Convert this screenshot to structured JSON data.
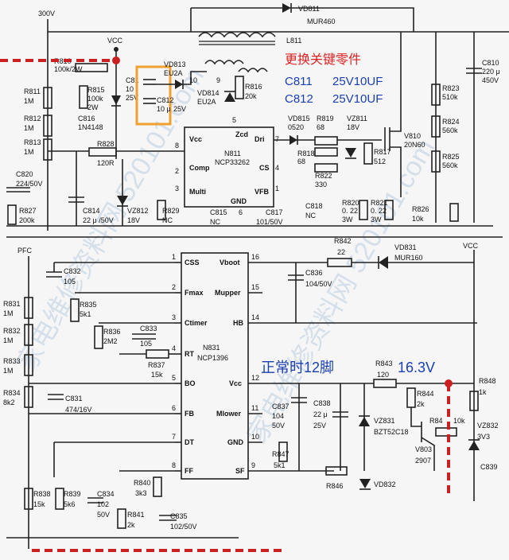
{
  "annotations": {
    "replace_title": "更换关键零件",
    "c811": "C811",
    "c811_value": "25V10UF",
    "c812": "C812",
    "c812_value": "25V10UF",
    "normal_pin12": "正常时12脚",
    "pin12_voltage": "16.3V"
  },
  "watermark": "家电维修资料网 520101.com",
  "colors": {
    "annotation_red": "#dd2222",
    "annotation_blue": "#1a3fb0",
    "highlight_box": "#f0a030"
  },
  "top": {
    "v300": "300V",
    "vcc": "VCC",
    "r810": "R810",
    "r810_val": "100k/2W",
    "r811": "R811",
    "r811_val": "1M",
    "r812": "R812",
    "r812_val": "1M",
    "r813": "R813",
    "r813_val": "1M",
    "c820": "C820",
    "c820_val": "224/50V",
    "r827": "R827",
    "r827_val": "200k",
    "r815": "R815",
    "r815_val1": "100k",
    "r815_val2": "2W",
    "c816": "C816",
    "c816_val": "1N4148",
    "c81x": "C81",
    "c81x_val1": "10",
    "c81x_val2": "25V",
    "c812": "C812",
    "c812_val1": "10 μ",
    "c812_val2": "25V",
    "vd813": "VD813",
    "vd813_val": "EU2A",
    "vd814": "VD814",
    "vd814_val": "EU2A",
    "r816": "R816",
    "r816_val": "20k",
    "r828": "R828",
    "r828_val": "120R",
    "vd811": "VD811",
    "vd811_val": "MUR460",
    "l811": "L811",
    "zcd": "Zcd",
    "vcc_pin": "Vcc",
    "dri": "Dri",
    "n811": "N811",
    "ncp33262": "NCP33262",
    "comp": "Comp",
    "cs": "CS",
    "multi": "Multi",
    "gnd": "GND",
    "vfb": "VFB",
    "vd815": "VD815",
    "vd815_val": "0520",
    "r819": "R819",
    "r819_val": "68",
    "r818": "R818",
    "r818_val": "68",
    "r822": "R822",
    "r822_val": "330",
    "vz811": "VZ811",
    "vz811_val": "18V",
    "r817": "R817",
    "r817_val": "512",
    "v810": "V810",
    "v810_val": "20N60",
    "r823": "R823",
    "r823_val": "510k",
    "r824": "R824",
    "r824_val": "560k",
    "r825": "R825",
    "r825_val": "560k",
    "c810": "C810",
    "c810_val1": "220 μ",
    "c810_val2": "450V",
    "c814": "C814",
    "c814_val": "22 μ /50V",
    "vz812": "VZ812",
    "vz812_val": "18V",
    "r829": "R829",
    "r829_val": "NC",
    "c815": "C815",
    "c815_val": "NC",
    "c817": "C817",
    "c817_val": "101/50V",
    "c818": "C818",
    "c818_val": "NC",
    "r820": "R820",
    "r820_val1": "0. 22",
    "r820_val2": "3W",
    "r821": "R821",
    "r821_val1": "0. 22",
    "r821_val2": "3W",
    "r826": "R826",
    "r826_val": "10k",
    "pins": [
      "1",
      "2",
      "3",
      "4",
      "5",
      "6",
      "7",
      "8",
      "9",
      "10"
    ]
  },
  "bottom": {
    "pfc": "PFC",
    "vcc": "VCC",
    "r842": "R842",
    "r842_val": "22",
    "vd831": "VD831",
    "vd831_val": "MUR160",
    "c832": "C832",
    "c832_val": "105",
    "c836": "C836",
    "c836_val": "104/50V",
    "r831": "R831",
    "r831_val": "1M",
    "r832": "R832",
    "r832_val": "1M",
    "r833": "R833",
    "r833_val": "1M",
    "r834": "R834",
    "r834_val": "8k2",
    "r835": "R835",
    "r835_val": "5k1",
    "r836": "R836",
    "r836_val": "2M2",
    "c833": "C833",
    "c833_val": "105",
    "r837": "R837",
    "r837_val": "15k",
    "c831": "C831",
    "c831_val": "474/16V",
    "ic": {
      "name": "N831",
      "part": "NCP1396",
      "left_pins": [
        {
          "num": "1",
          "name": "CSS"
        },
        {
          "num": "2",
          "name": "Fmax"
        },
        {
          "num": "3",
          "name": "Ctimer"
        },
        {
          "num": "4",
          "name": "RT"
        },
        {
          "num": "5",
          "name": "BO"
        },
        {
          "num": "6",
          "name": "FB"
        },
        {
          "num": "7",
          "name": "DT"
        },
        {
          "num": "8",
          "name": "FF"
        }
      ],
      "right_pins": [
        {
          "num": "16",
          "name": "Vboot"
        },
        {
          "num": "15",
          "name": "Mupper"
        },
        {
          "num": "14",
          "name": "HB"
        },
        {
          "num": "12",
          "name": "Vcc"
        },
        {
          "num": "11",
          "name": "Mlower"
        },
        {
          "num": "10",
          "name": "GND"
        },
        {
          "num": "9",
          "name": "SF"
        }
      ]
    },
    "r843": "R843",
    "r843_val": "120",
    "c837": "C837",
    "c837_val1": "104",
    "c837_val2": "50V",
    "c838": "C838",
    "c838_val1": "22 μ",
    "c838_val2": "25V",
    "vz831": "VZ831",
    "vz831_val": "BZT52C18",
    "r844": "R844",
    "r844_val": "2k",
    "r845": "R84",
    "r845_val": "10k",
    "r848": "R848",
    "r848_val": "1k",
    "vz832": "VZ832",
    "vz832_val": "3V3",
    "v803": "V803",
    "v803_val": "2907",
    "r847": "R847",
    "r847_val": "5k1",
    "r846": "R846",
    "vd832": "VD832",
    "c839": "C839",
    "r838": "R838",
    "r838_val": "15k",
    "r839": "R839",
    "r839_val": "5k6",
    "c834": "C834",
    "c834_val1": "102",
    "c834_val2": "50V",
    "r840": "R840",
    "r840_val": "3k3",
    "r841": "R841",
    "r841_val": "2k",
    "c835": "C835",
    "c835_val": "102/50V"
  }
}
